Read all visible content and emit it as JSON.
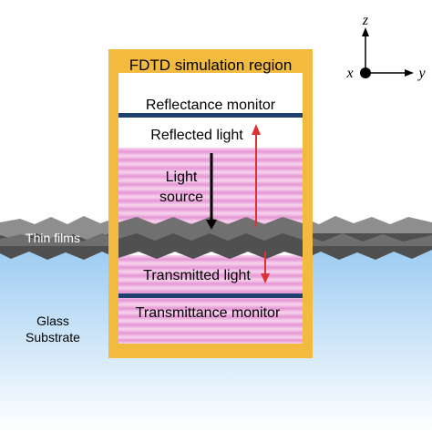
{
  "figure": {
    "region_title": "FDTD simulation region",
    "reflectance_monitor": "Reflectance monitor",
    "reflected_light": "Reflected light",
    "light_source_line1": "Light",
    "light_source_line2": "source",
    "transmitted_light": "Transmitted light",
    "transmittance_monitor": "Transmittance  monitor",
    "thin_films": "Thin films",
    "glass_line1": "Glass",
    "glass_line2": "Substrate"
  },
  "axes": {
    "z": "z",
    "x": "x",
    "y": "y"
  },
  "colors": {
    "region_frame": "#f2bb40",
    "monitor_line": "#1f3f6e",
    "pink_band": "#eaa6dc",
    "red_arrow": "#dd3333",
    "film_light": "#8a8a8a",
    "film_dark": "#4d4d4d",
    "glass_top": "#9dccf2",
    "glass_bottom": "#ffffff"
  }
}
